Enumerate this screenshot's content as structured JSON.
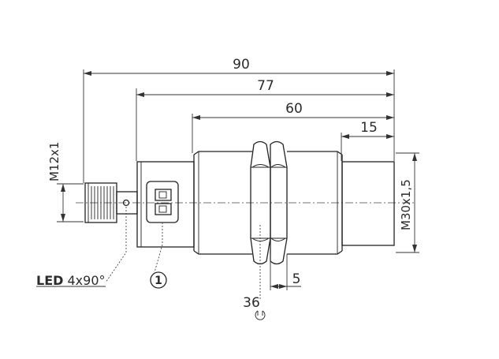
{
  "dimensions": {
    "d90": "90",
    "d77": "77",
    "d60": "60",
    "d15": "15",
    "d5": "5",
    "m12": "M12x1",
    "m30": "M30x1,5",
    "wrench": "36"
  },
  "labels": {
    "led_bold": "LED",
    "led_rest": " 4x90°",
    "callout": "1"
  }
}
